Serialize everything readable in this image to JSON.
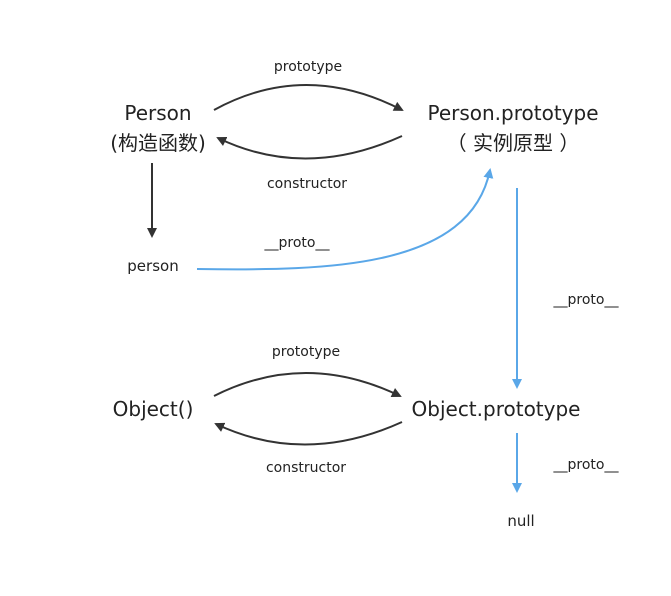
{
  "nodes": {
    "person_ctor": {
      "line1": "Person",
      "line2": "(构造函数)"
    },
    "person_proto": {
      "line1": "Person.prototype",
      "line2": "（ 实例原型 ）"
    },
    "person_instance": "person",
    "object_ctor": "Object()",
    "object_proto": "Object.prototype",
    "null_node": "null"
  },
  "edges": {
    "person_prototype": "prototype",
    "person_constructor": "constructor",
    "person_proto_link": "__proto__",
    "person_prototype_proto": "__proto__",
    "object_prototype": "prototype",
    "object_constructor": "constructor",
    "object_proto_link": "__proto__"
  },
  "colors": {
    "dark_arrow": "#333333",
    "blue_arrow": "#5aa7e8",
    "text": "#222222"
  }
}
